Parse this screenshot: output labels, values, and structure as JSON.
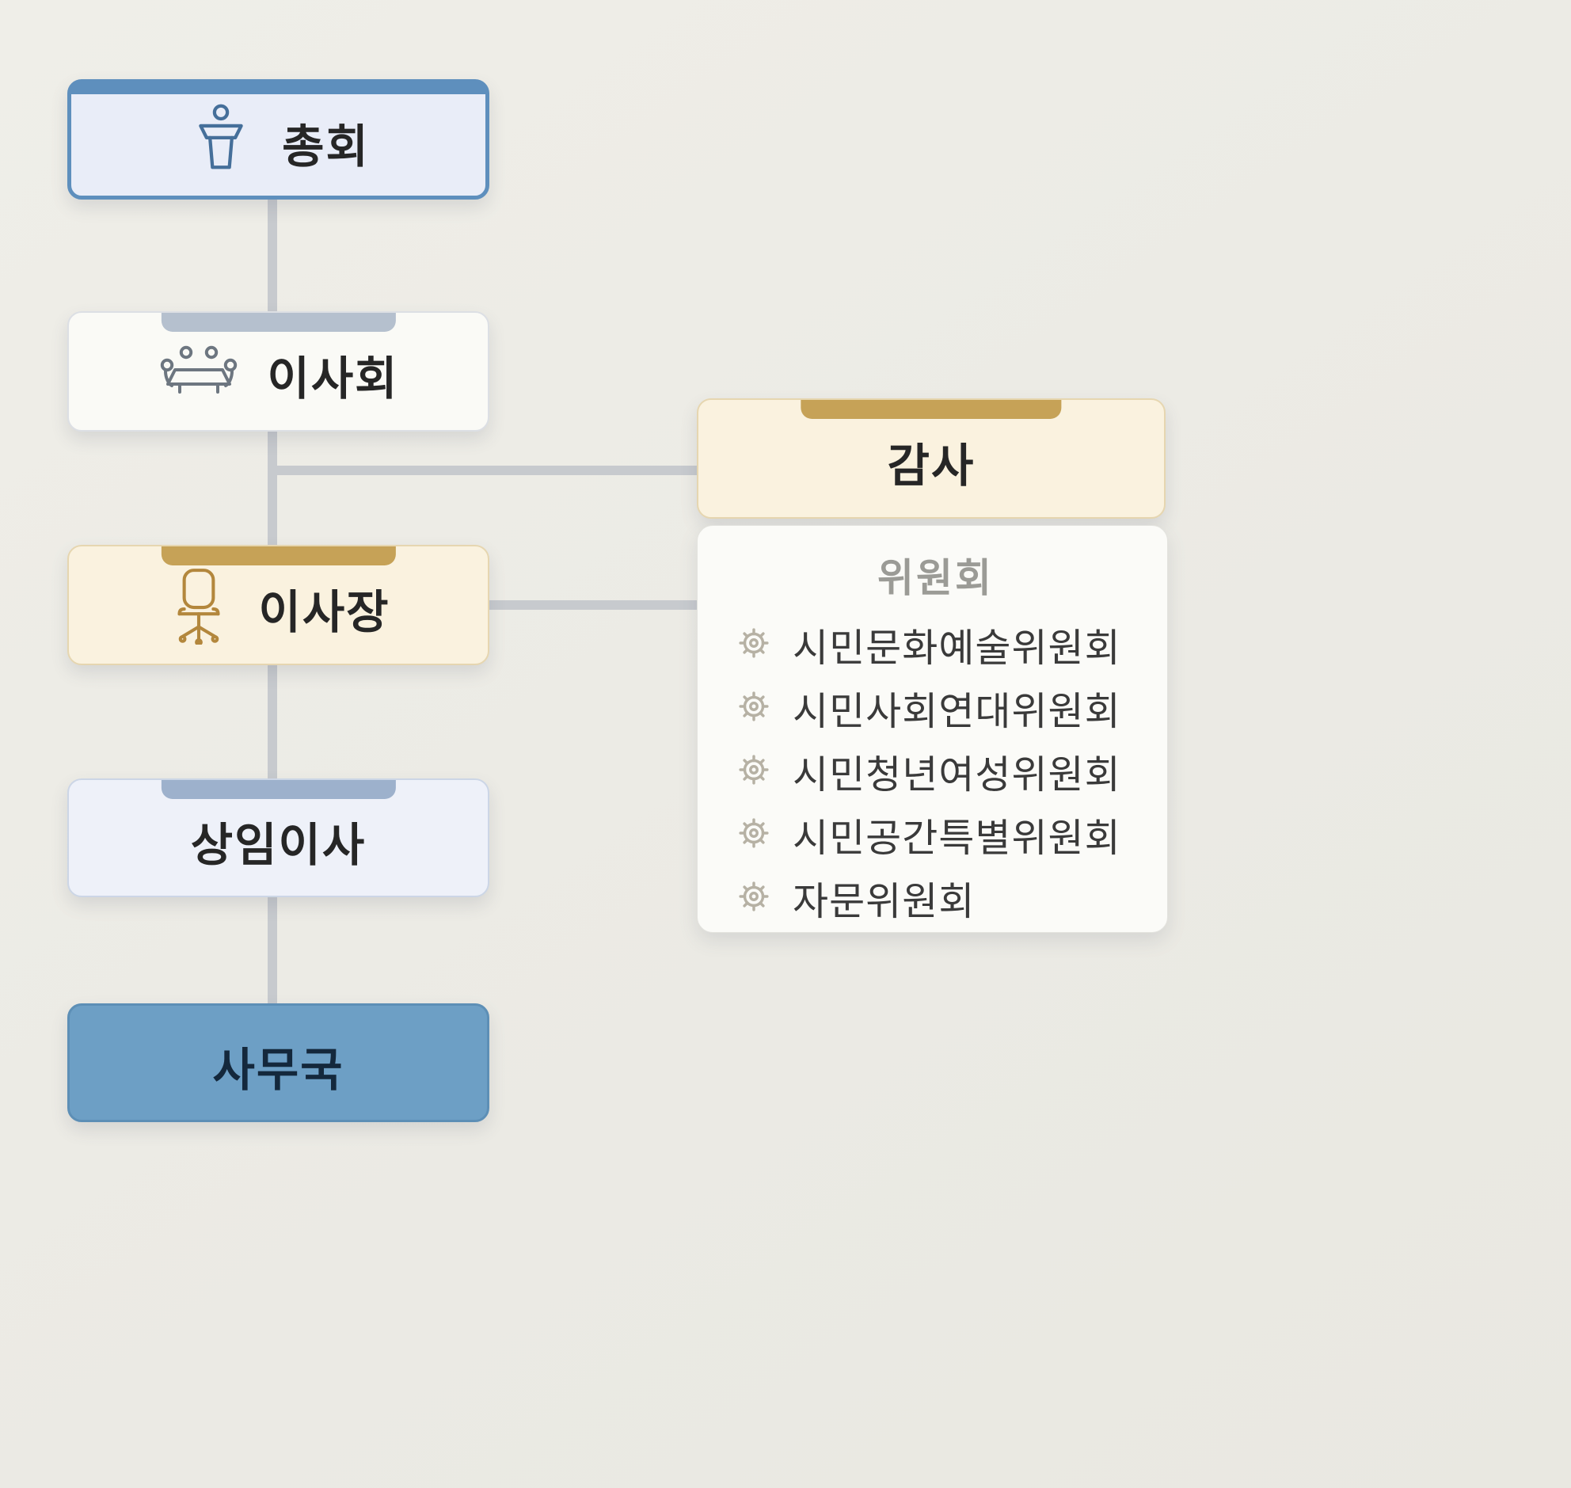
{
  "nodes": {
    "general_assembly": {
      "label": "총회",
      "icon": "podium-icon"
    },
    "board_of_directors": {
      "label": "이사회",
      "icon": "meeting-table-icon"
    },
    "auditor": {
      "label": "감사"
    },
    "chairman": {
      "label": "이사장",
      "icon": "office-chair-icon"
    },
    "executive_director": {
      "label": "상임이사"
    },
    "secretariat": {
      "label": "사무국"
    },
    "committees": {
      "title": "위원회",
      "items": [
        {
          "label": "시민문화예술위원회",
          "icon": "gear-icon"
        },
        {
          "label": "시민사회연대위원회",
          "icon": "gear-icon"
        },
        {
          "label": "시민청년여성위원회",
          "icon": "gear-icon"
        },
        {
          "label": "시민공간특별위원회",
          "icon": "gear-icon"
        },
        {
          "label": "자문위원회",
          "icon": "gear-icon"
        }
      ]
    }
  },
  "colors": {
    "background": "#edece6",
    "blue_accent": "#5e8fbd",
    "blue_gray_tab": "#9db1cc",
    "gold_accent": "#c6a257",
    "cream_fill": "#faf2df",
    "secretariat_fill": "#6d9fc5",
    "connector": "#c7cace",
    "panel_fill": "#fbfbf8"
  }
}
